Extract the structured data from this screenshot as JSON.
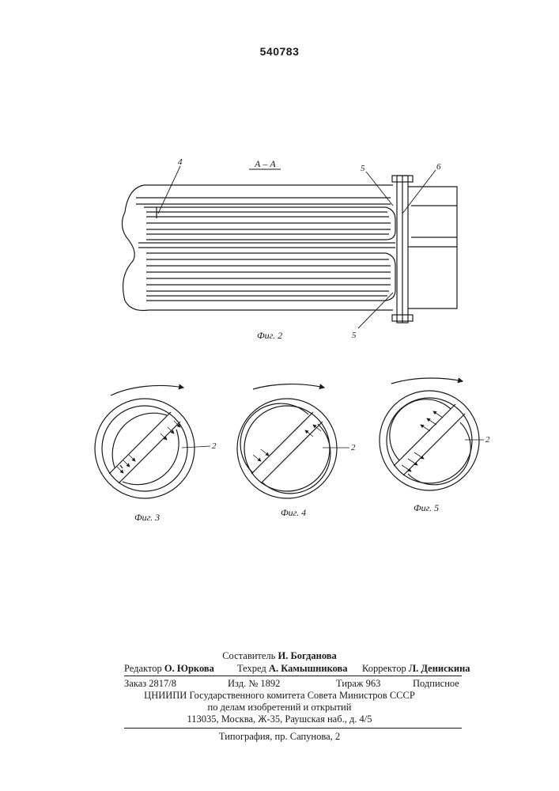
{
  "patent_number": "540783",
  "drawing": {
    "section_label": "А – А",
    "fig2_caption": "Фиг. 2",
    "fig3_caption": "Фиг. 3",
    "fig4_caption": "Фиг. 4",
    "fig5_caption": "Фиг. 5",
    "ref_4": "4",
    "ref_5_top": "5",
    "ref_5_bottom": "5",
    "ref_6": "6",
    "ref_2_fig3": "2",
    "ref_2_fig4": "2",
    "ref_2_fig5": "2"
  },
  "footer": {
    "compiler_label": "Составитель",
    "compiler_name": "И. Богданова",
    "editor_label": "Редактор",
    "editor_name": "О. Юркова",
    "techred_label": "Техред",
    "techred_name": "А. Камышникова",
    "corrector_label": "Корректор",
    "corrector_name": "Л. Денискина",
    "order": "Заказ 2817/8",
    "edition": "Изд. № 1892",
    "circulation": "Тираж 963",
    "subscription": "Подписное",
    "org_line1": "ЦНИИПИ Государственного комитета Совета Министров СССР",
    "org_line2": "по делам изобретений и открытий",
    "address": "113035, Москва, Ж-35, Раушская наб., д. 4/5",
    "printing": "Типография, пр. Сапунова, 2"
  }
}
